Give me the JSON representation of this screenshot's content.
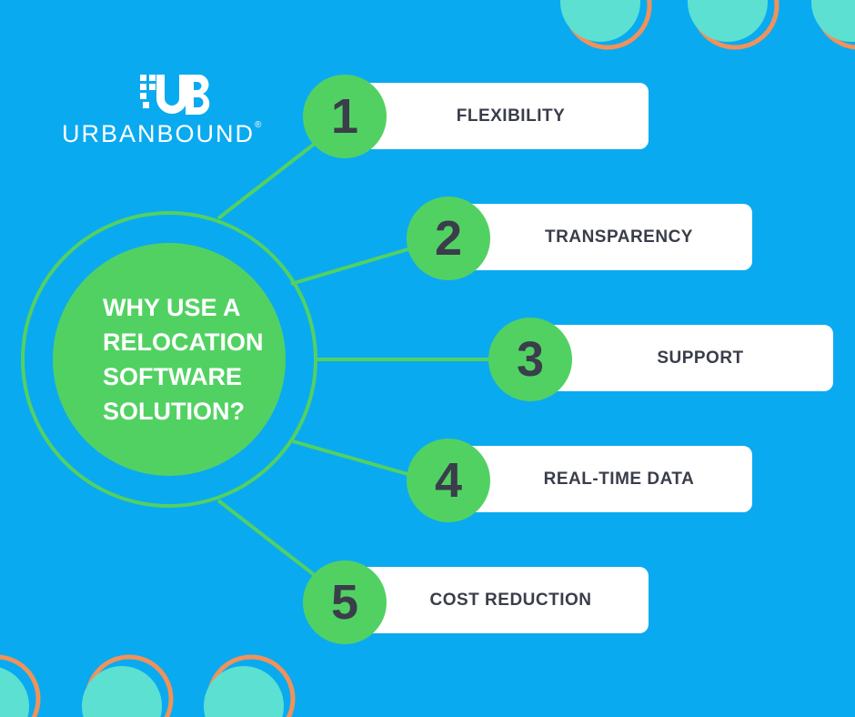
{
  "brand": {
    "mark": "UB",
    "name": "URBANBOUND",
    "registered": "®"
  },
  "hub": {
    "text": "WHY USE A\nRELOCATION\nSOFTWARE\nSOLUTION?"
  },
  "items": [
    {
      "number": "1",
      "label": "FLEXIBILITY"
    },
    {
      "number": "2",
      "label": "TRANSPARENCY"
    },
    {
      "number": "3",
      "label": "SUPPORT"
    },
    {
      "number": "4",
      "label": "REAL-TIME DATA"
    },
    {
      "number": "5",
      "label": "COST REDUCTION"
    }
  ],
  "colors": {
    "background": "#0aaaf0",
    "green": "#52d163",
    "card": "#ffffff",
    "text_dark": "#3a3d4a",
    "teal_circle": "#5ce0d2",
    "orange_ring": "#f0925a"
  }
}
